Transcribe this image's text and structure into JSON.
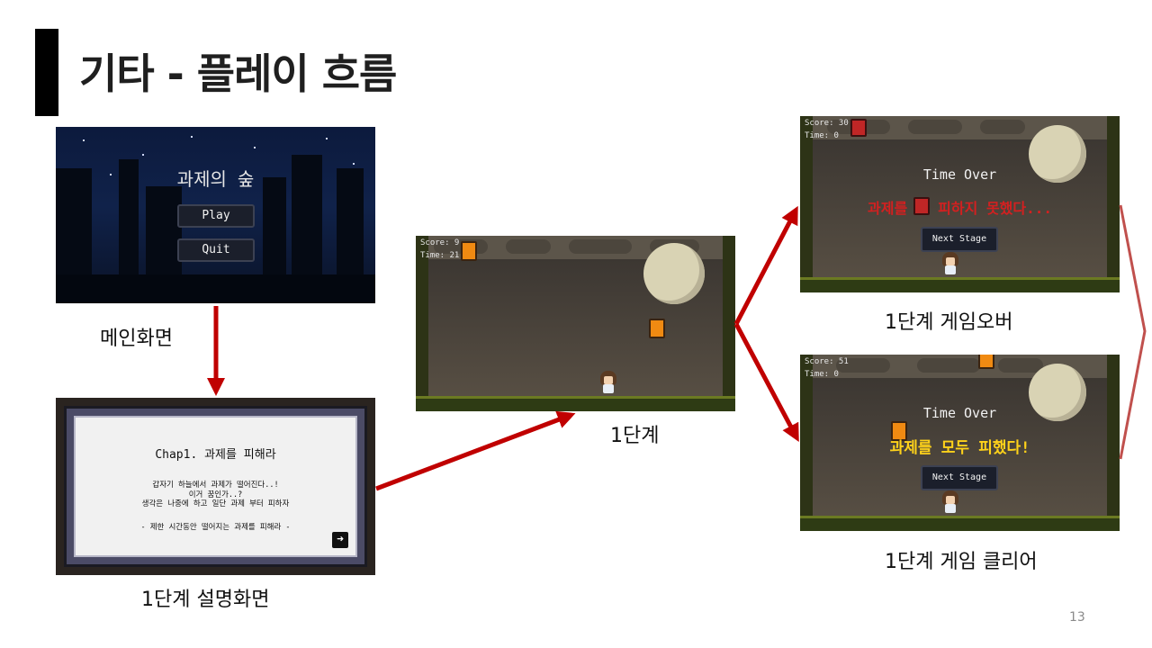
{
  "slide": {
    "title": "기타 - 플레이 흐름",
    "page_number": "13"
  },
  "main_menu": {
    "game_title": "과제의 숲",
    "play_button": "Play",
    "quit_button": "Quit",
    "caption": "메인화면"
  },
  "explanation": {
    "heading": "Chap1. 과제를 피해라",
    "lines": [
      "갑자기 하늘에서 과제가 떨어진다..!",
      "이거 꿈인가..?",
      "생각은 나중에 하고 일단 과제 부터 피하자"
    ],
    "rule": "- 제한 시간동안 떨어지는 과제를 피해라 -",
    "next_icon": "arrow-right-icon",
    "caption": "1단계 설명화면"
  },
  "stage1": {
    "score_text": "Score: 9",
    "time_text": "Time: 21",
    "caption": "1단계"
  },
  "game_over": {
    "score_text": "Score: 30",
    "time_text": "Time: 0",
    "title": "Time Over",
    "message": "과제를 다 피하지 못했다...",
    "button": "Next Stage",
    "caption": "1단계 게임오버"
  },
  "game_clear": {
    "score_text": "Score: 51",
    "time_text": "Time: 0",
    "title": "Time Over",
    "message": "과제를 모두 피했다!",
    "button": "Next Stage",
    "caption": "1단계 게임 클리어"
  },
  "colors": {
    "arrow": "#c00000",
    "bracket": "#c0504d"
  }
}
